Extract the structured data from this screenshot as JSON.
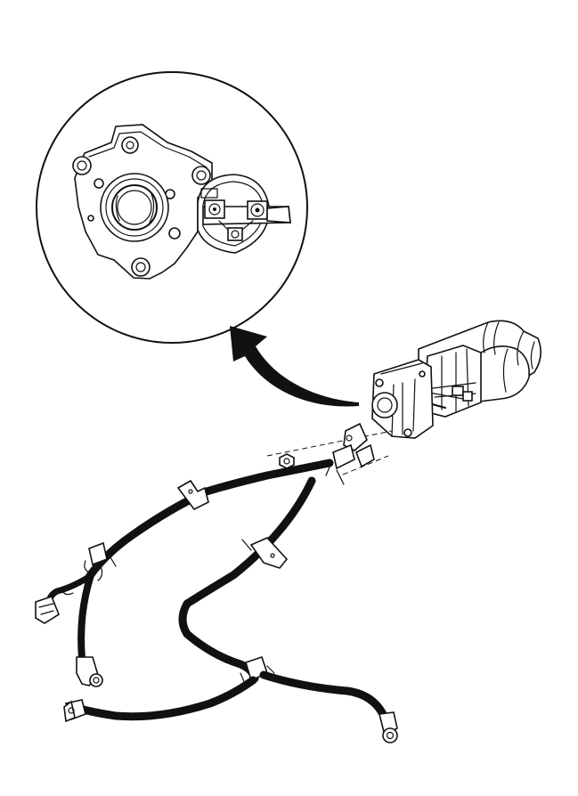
{
  "figure": {
    "background": "#ffffff",
    "ink": "#111111",
    "components": [
      "detail-view-circle",
      "starter-motor",
      "callout-arrow",
      "wiring-harness"
    ]
  }
}
